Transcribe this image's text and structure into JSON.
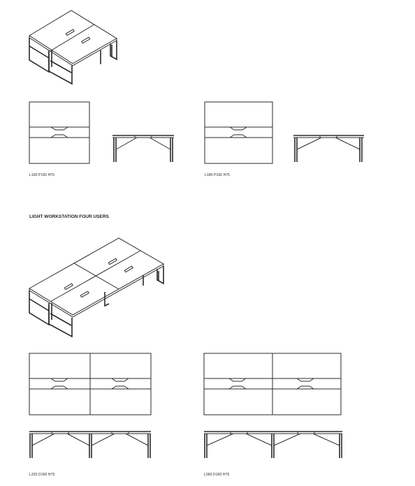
{
  "section_two_user": {
    "plan_a_caption": "L160 P160 H75",
    "plan_b_caption": "L180 P160 H75"
  },
  "section_four_user": {
    "heading": "LIGHT WORKSTATION FOUR USERS",
    "plan_a_caption": "L320 D160 H75",
    "plan_b_caption": "L360 D160 H75"
  }
}
